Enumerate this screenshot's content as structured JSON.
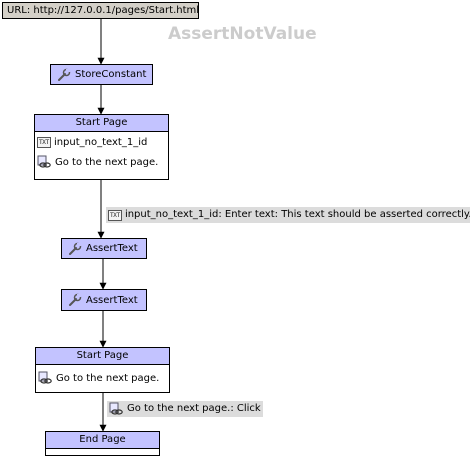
{
  "url_label": "URL: http://127.0.0.1/pages/Start.html",
  "title": "AssertNotValue",
  "nodes": {
    "store_constant": "StoreConstant",
    "start_page_1": {
      "header": "Start Page",
      "field": "input_no_text_1_id",
      "link": "Go to the next page."
    },
    "assert_text_1": "AssertText",
    "assert_text_2": "AssertText",
    "start_page_2": {
      "header": "Start Page",
      "link": "Go to the next page."
    },
    "end_page": "End Page"
  },
  "edge_labels": {
    "enter_text": "input_no_text_1_id: Enter text: This text should be asserted correctly.",
    "click": "Go to the next page.: Click"
  },
  "icons": {
    "txt": "TXT",
    "action": "wrench-icon",
    "link": "link-icon"
  },
  "colors": {
    "node_fill": "#c3c3ff",
    "url_fill": "#d4d0c8",
    "label_fill": "#dcdcdc",
    "title": "#cccccc"
  }
}
